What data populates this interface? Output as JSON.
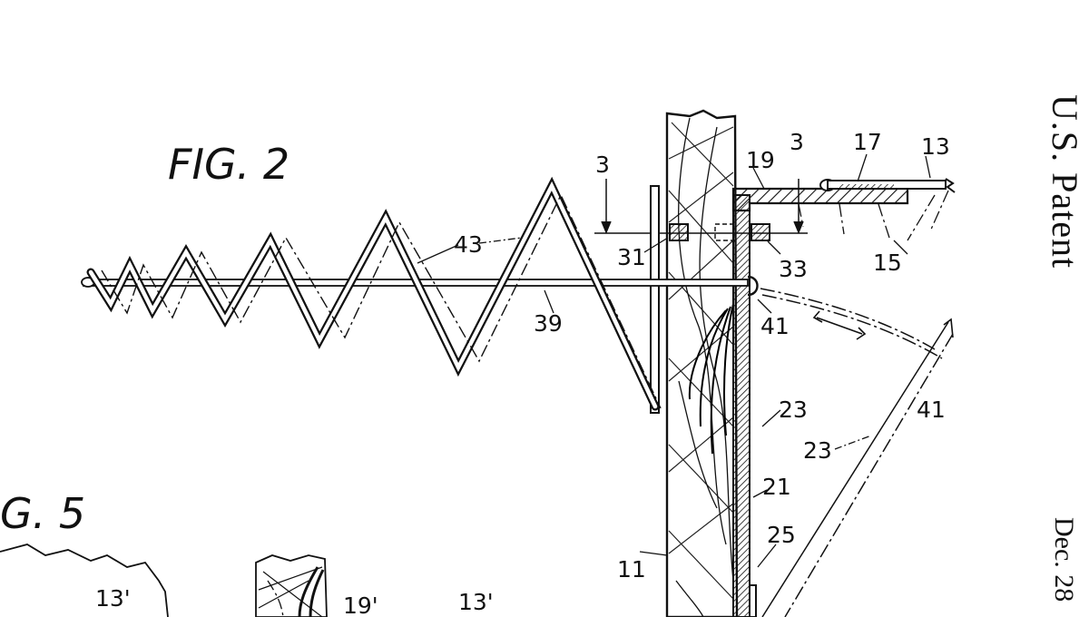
{
  "header": {
    "patent_label": "U.S. Patent",
    "date_fragment": "Dec. 28"
  },
  "figures": {
    "fig2_label": "FIG. 2",
    "fig5_label": "G. 5"
  },
  "reference_numerals": {
    "r3_left": "3",
    "r3_right": "3",
    "r19": "19",
    "r17": "17",
    "r13": "13",
    "r43": "43",
    "r31": "31",
    "r33": "33",
    "r15": "15",
    "r39": "39",
    "r41_hinge": "41",
    "r41_open": "41",
    "r23_wall": "23",
    "r23_open": "23",
    "r21": "21",
    "r25": "25",
    "r11": "11",
    "r13_prime_left": "13'",
    "r19_prime": "19'",
    "r13_prime_mid": "13'"
  }
}
